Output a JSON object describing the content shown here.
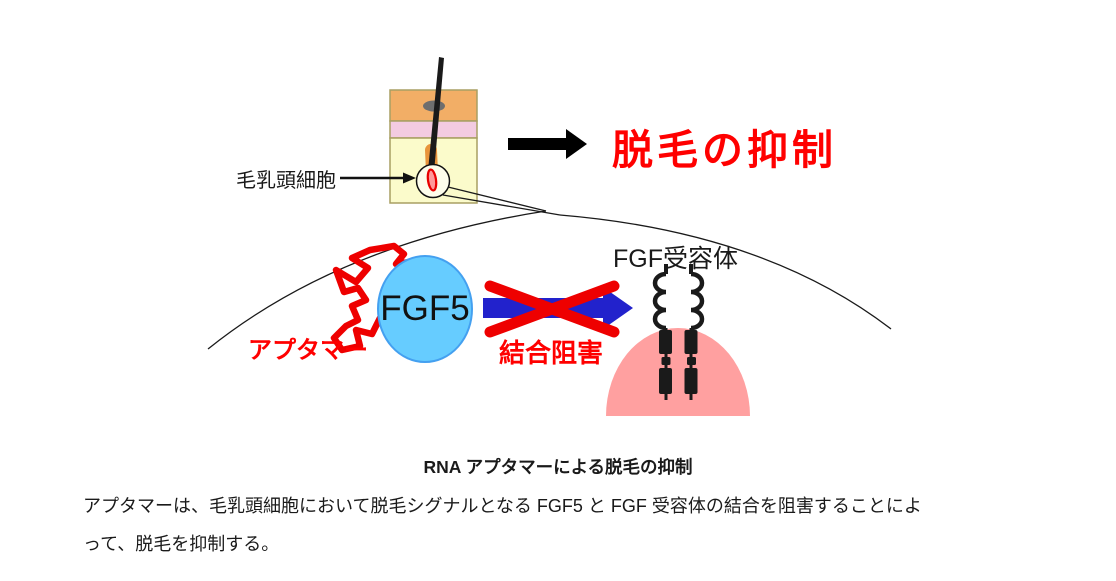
{
  "figure": {
    "skin_label": "毛乳頭細胞",
    "result_text": "脱毛の抑制",
    "fgf5_label": "FGF5",
    "aptamer_label": "アプタマー",
    "block_label": "結合阻害",
    "receptor_label": "FGF受容体",
    "caption": "RNA アプタマーによる脱毛の抑制",
    "body_line1": "アプタマーは、毛乳頭細胞において脱毛シグナルとなる FGF5 と FGF 受容体の結合を阻害することによ",
    "body_line2": "って、脱毛を抑制する。",
    "colors": {
      "text_red": "#ff0000",
      "aptamer_red": "#ee0000",
      "arrow_blue": "#2222cc",
      "fgf5_fill": "#66ccff",
      "fgf5_stroke": "#44a0f0",
      "membrane_pink": "#ffa0a0",
      "skin_orange": "#f2ae66",
      "skin_pink": "#f3cbe1",
      "skin_yellow": "#fbfbcb",
      "skin_border": "#a89f63",
      "follicle_orange": "#e8943c",
      "papilla_fill": "#ff9999",
      "papilla_stroke": "#e80000"
    }
  }
}
